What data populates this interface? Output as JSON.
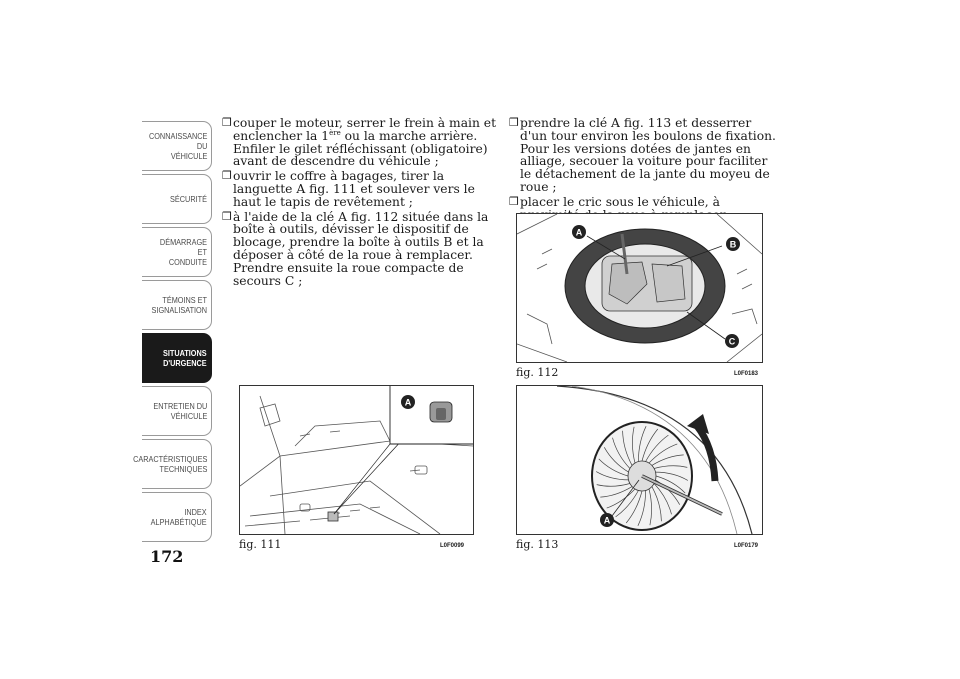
{
  "sidebar": {
    "tabs": [
      {
        "label": "CONNAISSANCE DU\nVÉHICULE",
        "active": false
      },
      {
        "label": "SÉCURITÉ",
        "active": false
      },
      {
        "label": "DÉMARRAGE ET\nCONDUITE",
        "active": false
      },
      {
        "label": "TÉMOINS ET\nSIGNALISATION",
        "active": false
      },
      {
        "label": "SITUATIONS\nD'URGENCE",
        "active": true
      },
      {
        "label": "ENTRETIEN DU\nVÉHICULE",
        "active": false
      },
      {
        "label": "CARACTÉRISTIQUES\nTECHNIQUES",
        "active": false
      },
      {
        "label": "INDEX\nALPHABÉTIQUE",
        "active": false
      }
    ],
    "page_number": "172"
  },
  "left_column": {
    "bullet": "❒",
    "item1_a": "couper le moteur, serrer le frein à main et enclencher la 1",
    "item1_sup": "ère",
    "item1_b": " ou la marche arrière. Enfiler le gilet réfléchissant (obligatoire) avant de descendre du véhicule ;",
    "item2": "ouvrir le coffre à bagages, tirer la languette A fig. 111 et soulever vers le haut le tapis de revêtement ;",
    "item3": "à l'aide de la clé A fig. 112 située dans la boîte à outils, dévisser le dispositif de blocage, prendre la boîte à outils B et la déposer à côté de la roue à remplacer. Prendre ensuite la roue compacte de secours C ;"
  },
  "right_column": {
    "item1": "prendre la clé A fig. 113 et desserrer d'un tour environ les boulons de fixation. Pour les versions dotées de jantes en alliage, secouer la voiture pour faciliter le détachement de la jante du moyeu de roue ;",
    "item2": "placer le cric sous le véhicule, à proximité de la roue à remplacer ;"
  },
  "figures": {
    "fig111": {
      "caption": "fig. 111",
      "code": "L0F0099",
      "markers": [
        "A"
      ]
    },
    "fig112": {
      "caption": "fig. 112",
      "code": "L0F0183",
      "markers": [
        "A",
        "B",
        "C"
      ]
    },
    "fig113": {
      "caption": "fig. 113",
      "code": "L0F0179",
      "markers": [
        "A"
      ]
    }
  }
}
